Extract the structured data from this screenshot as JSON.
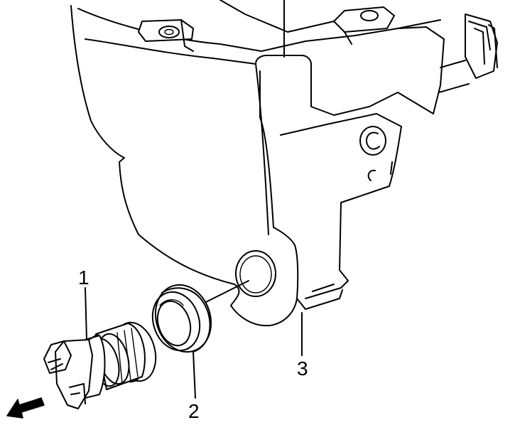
{
  "callouts": [
    {
      "id": "1",
      "text": "1"
    },
    {
      "id": "2",
      "text": "2"
    },
    {
      "id": "3",
      "text": "3"
    }
  ],
  "icons": [
    "direction-arrow-icon"
  ],
  "colors": {
    "line": "#000000",
    "background": "#ffffff"
  }
}
